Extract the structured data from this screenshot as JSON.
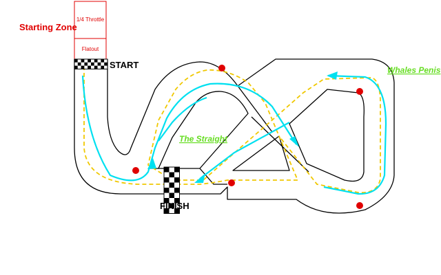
{
  "labels": {
    "starting_zone": "Starting Zone",
    "quarter_throttle": "1/4 Throttle",
    "flatout": "Flatout",
    "start": "START",
    "finish": "FINISH",
    "the_straight": "The Straight",
    "whales_penis": "Whales Penis"
  },
  "colors": {
    "zone_text": "#e00000",
    "zone_box": "#e00000",
    "track_line": "#000000",
    "racing_line": "#00e0f0",
    "center_line": "#f0c800",
    "marker": "#e00000",
    "green_label": "#66dd22"
  },
  "markers": [
    {
      "name": "apex-marker-top"
    },
    {
      "name": "apex-marker-left"
    },
    {
      "name": "apex-marker-center"
    },
    {
      "name": "apex-marker-right-top"
    },
    {
      "name": "apex-marker-right-bottom"
    }
  ]
}
